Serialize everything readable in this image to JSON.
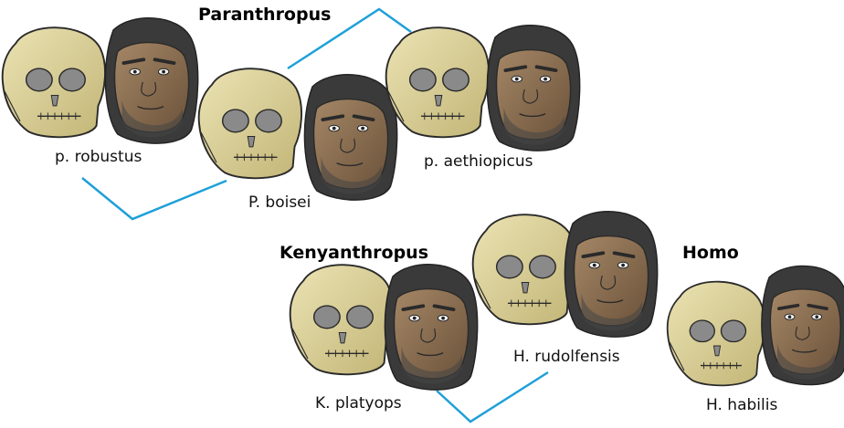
{
  "groups": {
    "paranthropus": "Paranthropus",
    "kenyanthropus": "Kenyanthropus",
    "homo": "Homo"
  },
  "species": {
    "p_robustus": "p. robustus",
    "p_boisei": "P. boisei",
    "p_aethiopicus": "p. aethiopicus",
    "k_platyops": "K. platyops",
    "h_rudolfensis": "H. rudolfensis",
    "h_habilis": "H. habilis"
  },
  "colors": {
    "connector": "#1ea0d8",
    "skull_fill": "#d7cc8f",
    "skull_stroke": "#2a2a2a",
    "eye_socket": "#8a8a8a",
    "skin": "#8a6e50",
    "hair": "#333333"
  }
}
